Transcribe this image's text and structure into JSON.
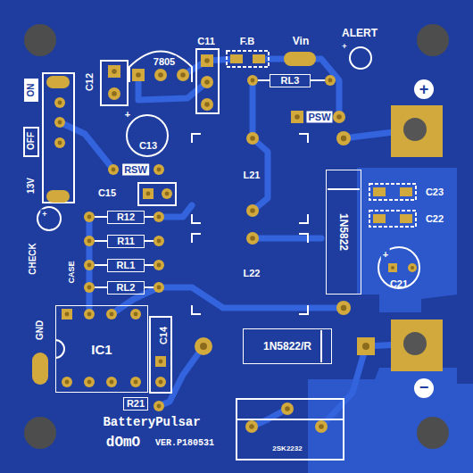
{
  "diagram": {
    "nodes": [
      {
        "text": [
          "RL3"
        ]
      },
      {
        "text": [
          "1N5822"
        ]
      },
      {
        "text": [
          "R12"
        ]
      },
      {
        "text": [
          "R11"
        ]
      },
      {
        "text": [
          "RL1"
        ]
      },
      {
        "text": [
          "RL2"
        ]
      },
      {
        "text": [
          "IC1"
        ]
      },
      {
        "text": [
          "1N5822/R"
        ]
      },
      {
        "text": [
          "R21"
        ]
      }
    ],
    "labels": [
      "ALERT",
      "C11",
      "F.B",
      "Vin",
      "+",
      "7805",
      "C12",
      "ON",
      "+",
      "PSW",
      "+",
      "C13",
      "OFF",
      "RSW",
      "L21",
      "13V",
      "C15",
      "C23",
      "C22",
      "+",
      "+",
      "CHECK",
      "CASE",
      "L22",
      "C21",
      "GND",
      "C14",
      "−",
      "BatteryPulsar",
      "dOmO",
      "VER.P180531",
      "2SK2232"
    ]
  }
}
